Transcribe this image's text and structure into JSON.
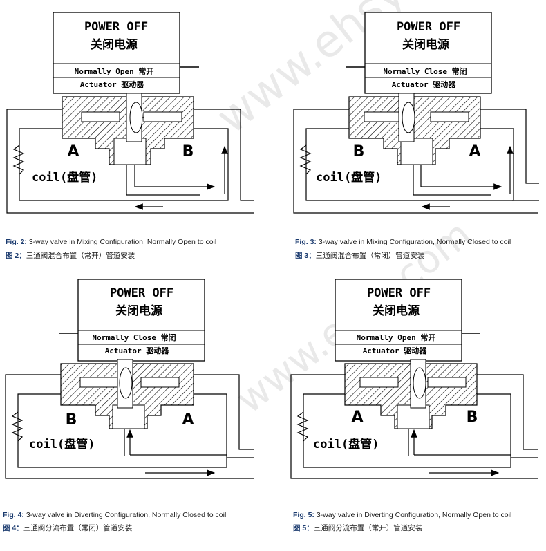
{
  "watermark": "www.ehsy.com",
  "panels": [
    {
      "power_off": "POWER OFF",
      "power_off_cn": "关闭电源",
      "state_label": "Normally Open 常开",
      "actuator_label": "Actuator  驱动器",
      "port_left": "A",
      "port_right": "B",
      "coil_label": "coil(盘管)",
      "caption_fig": "Fig. 2:",
      "caption_en": "3-way valve in Mixing Configuration, Normally Open to coil",
      "caption_cn_fig": "图  2：",
      "caption_cn": "三通阀混合布置（常开）管道安装"
    },
    {
      "power_off": "POWER OFF",
      "power_off_cn": "关闭电源",
      "state_label": "Normally Close  常闭",
      "actuator_label": "Actuator  驱动器",
      "port_left": "B",
      "port_right": "A",
      "coil_label": "coil(盘管)",
      "caption_fig": "Fig. 3:",
      "caption_en": "3-way valve in Mixing Configuration, Normally Closed to coil",
      "caption_cn_fig": "图  3：",
      "caption_cn": "三通阀混合布置（常闭）管道安装"
    },
    {
      "power_off": "POWER OFF",
      "power_off_cn": "关闭电源",
      "state_label": "Normally Close  常闭",
      "actuator_label": "Actuator  驱动器",
      "port_left": "B",
      "port_right": "A",
      "coil_label": "coil(盘管)",
      "caption_fig": "Fig. 4:",
      "caption_en": "3-way valve in Diverting Configuration, Normally Closed to coil",
      "caption_cn_fig": "图  4：",
      "caption_cn": "三通阀分流布置（常闭）管道安装"
    },
    {
      "power_off": "POWER OFF",
      "power_off_cn": "关闭电源",
      "state_label": "Normally Open 常开",
      "actuator_label": "Actuator  驱动器",
      "port_left": "A",
      "port_right": "B",
      "coil_label": "coil(盘管)",
      "caption_fig": "Fig. 5:",
      "caption_en": "3-way valve in Diverting Configuration, Normally Open to coil",
      "caption_cn_fig": "图  5：",
      "caption_cn": "三通阀分流布置（常开）管道安装"
    }
  ]
}
